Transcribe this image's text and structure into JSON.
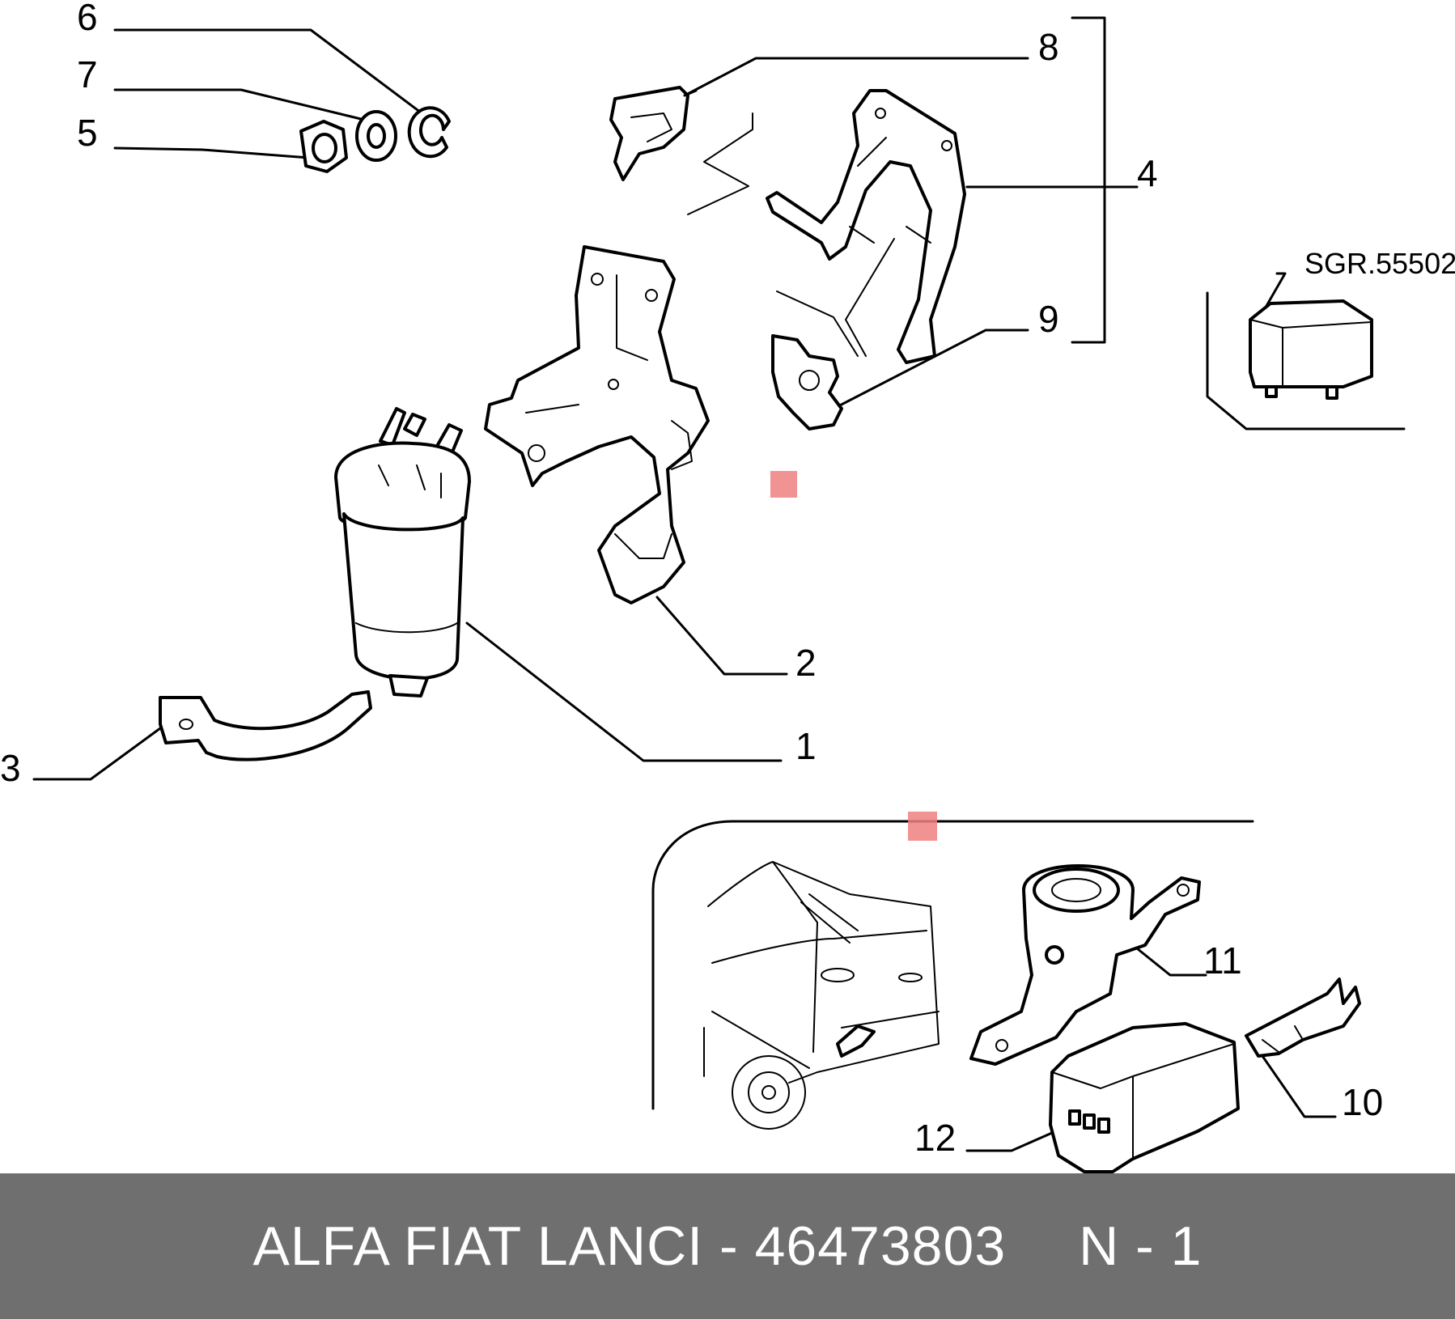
{
  "diagram": {
    "callouts": {
      "c1": "1",
      "c2": "2",
      "c3": "3",
      "c4": "4",
      "c5": "5",
      "c6": "6",
      "c7": "7",
      "c8": "8",
      "c9": "9",
      "c10": "10",
      "c11": "11",
      "c12": "12"
    },
    "sgr_code": "SGR.55502"
  },
  "footer": {
    "brand_part": "ALFA FIAT LANCI - 46473803",
    "suffix": "N - 1"
  },
  "colors": {
    "footer_bg": "#6f6f6f",
    "footer_text": "#ffffff",
    "marker": "#f08080"
  }
}
